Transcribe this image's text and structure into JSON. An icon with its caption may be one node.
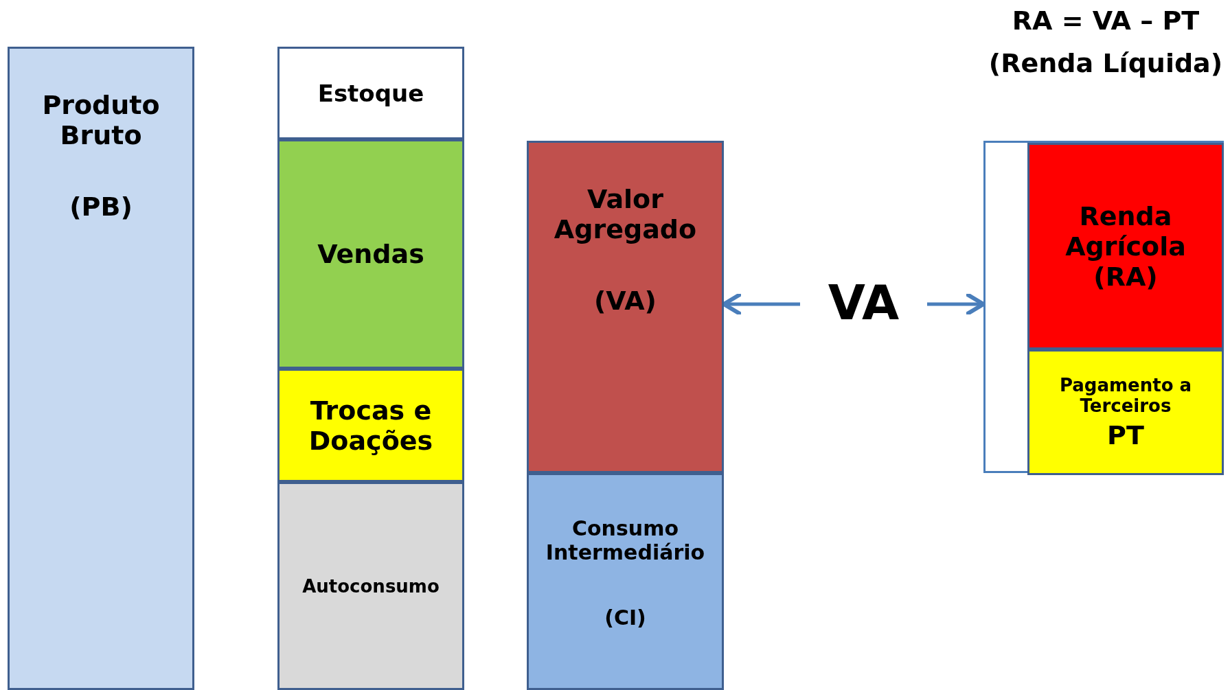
{
  "diagram": {
    "nodes": [
      {
        "text": [
          "Produto Bruto",
          "(PB)"
        ]
      },
      {
        "text": [
          "Estoque"
        ]
      },
      {
        "text": [
          "Vendas"
        ]
      },
      {
        "text": [
          "Trocas e Doações"
        ]
      },
      {
        "text": [
          "Autoconsumo"
        ]
      },
      {
        "text": [
          "Valor Agregado",
          "(VA)"
        ]
      },
      {
        "text": [
          "Consumo Intermediário",
          "(CI)"
        ]
      },
      {
        "text": [
          "VA"
        ]
      },
      {
        "text": [],
        "shape": "box"
      },
      {
        "text": [
          "Renda Agrícola",
          "(RA)"
        ],
        "in": 8
      },
      {
        "text": [
          "Pagamento a Terceiros",
          "PT"
        ],
        "in": 8
      }
    ],
    "edges": [
      {
        "from": 7,
        "to": 5,
        "arrow": "to"
      },
      {
        "from": 7,
        "to": 8,
        "arrow": "to"
      }
    ],
    "labels": [
      "RA = VA – PT",
      "(Renda Líquida)"
    ]
  }
}
